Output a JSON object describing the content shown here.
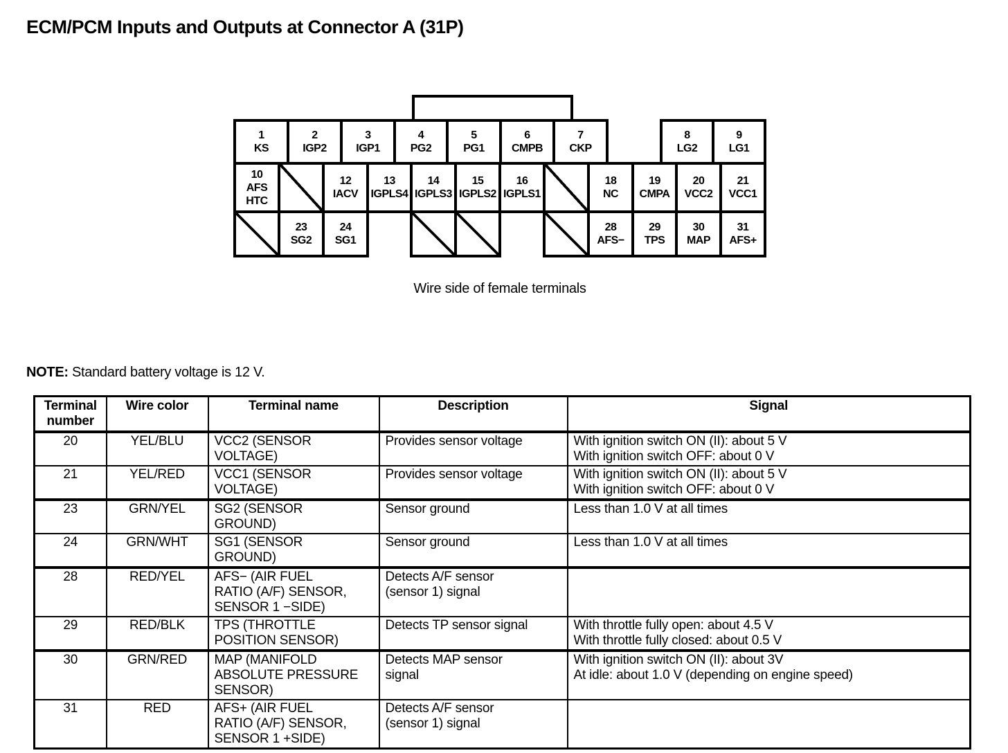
{
  "page": {
    "title": "ECM/PCM Inputs and Outputs at Connector A (31P)",
    "note_label": "NOTE:",
    "note_text": " Standard battery voltage is 12 V."
  },
  "connector": {
    "caption": "Wire side of female terminals",
    "row1_left": [
      {
        "kind": "pin",
        "num": "1",
        "label": "KS"
      },
      {
        "kind": "pin",
        "num": "2",
        "label": "IGP2"
      },
      {
        "kind": "pin",
        "num": "3",
        "label": "IGP1"
      },
      {
        "kind": "pin",
        "num": "4",
        "label": "PG2"
      },
      {
        "kind": "pin",
        "num": "5",
        "label": "PG1"
      },
      {
        "kind": "pin",
        "num": "6",
        "label": "CMPB"
      },
      {
        "kind": "pin",
        "num": "7",
        "label": "CKP"
      }
    ],
    "row1_right": [
      {
        "kind": "pin",
        "num": "8",
        "label": "LG2"
      },
      {
        "kind": "pin",
        "num": "9",
        "label": "LG1"
      }
    ],
    "row2": [
      {
        "kind": "pin",
        "num": "10",
        "label": "AFS\nHTC"
      },
      {
        "kind": "blocked"
      },
      {
        "kind": "pin",
        "num": "12",
        "label": "IACV"
      },
      {
        "kind": "pin",
        "num": "13",
        "label": "IGPLS4"
      },
      {
        "kind": "pin",
        "num": "14",
        "label": "IGPLS3"
      },
      {
        "kind": "pin",
        "num": "15",
        "label": "IGPLS2"
      },
      {
        "kind": "pin",
        "num": "16",
        "label": "IGPLS1"
      },
      {
        "kind": "blocked"
      },
      {
        "kind": "pin",
        "num": "18",
        "label": "NC"
      },
      {
        "kind": "pin",
        "num": "19",
        "label": "CMPA"
      },
      {
        "kind": "pin",
        "num": "20",
        "label": "VCC2"
      },
      {
        "kind": "pin",
        "num": "21",
        "label": "VCC1"
      }
    ],
    "row3": [
      {
        "kind": "blocked"
      },
      {
        "kind": "pin",
        "num": "23",
        "label": "SG2"
      },
      {
        "kind": "pin",
        "num": "24",
        "label": "SG1"
      },
      {
        "kind": "gap"
      },
      {
        "kind": "blocked"
      },
      {
        "kind": "blocked"
      },
      {
        "kind": "gap"
      },
      {
        "kind": "blocked"
      },
      {
        "kind": "pin",
        "num": "28",
        "label": "AFS−"
      },
      {
        "kind": "pin",
        "num": "29",
        "label": "TPS"
      },
      {
        "kind": "pin",
        "num": "30",
        "label": "MAP"
      },
      {
        "kind": "pin",
        "num": "31",
        "label": "AFS+"
      }
    ]
  },
  "table": {
    "headers": [
      "Terminal\nnumber",
      "Wire color",
      "Terminal name",
      "Description",
      "Signal"
    ],
    "rows": [
      {
        "terminal": "20",
        "wire_color": "YEL/BLU",
        "terminal_name": "VCC2 (SENSOR\nVOLTAGE)",
        "description": "Provides sensor voltage",
        "signal": "With ignition switch ON (II): about 5 V\nWith ignition switch OFF: about 0 V",
        "thick_bottom": false
      },
      {
        "terminal": "21",
        "wire_color": "YEL/RED",
        "terminal_name": "VCC1 (SENSOR\nVOLTAGE)",
        "description": "Provides sensor voltage",
        "signal": "With ignition switch ON (II): about 5 V\nWith ignition switch OFF: about 0 V",
        "thick_bottom": true
      },
      {
        "terminal": "23",
        "wire_color": "GRN/YEL",
        "terminal_name": "SG2 (SENSOR\nGROUND)",
        "description": "Sensor ground",
        "signal": "Less than 1.0 V at all times",
        "thick_bottom": false
      },
      {
        "terminal": "24",
        "wire_color": "GRN/WHT",
        "terminal_name": "SG1 (SENSOR\nGROUND)",
        "description": "Sensor ground",
        "signal": "Less than 1.0 V at all times",
        "thick_bottom": true
      },
      {
        "terminal": "28",
        "wire_color": "RED/YEL",
        "terminal_name": "AFS− (AIR FUEL\nRATIO (A/F) SENSOR,\nSENSOR 1 −SIDE)",
        "description": "Detects A/F sensor\n(sensor 1) signal",
        "signal": "",
        "thick_bottom": false
      },
      {
        "terminal": "29",
        "wire_color": "RED/BLK",
        "terminal_name": "TPS (THROTTLE\nPOSITION SENSOR)",
        "description": "Detects TP sensor signal",
        "signal": "With throttle fully open: about 4.5 V\nWith throttle fully closed: about 0.5 V",
        "thick_bottom": true
      },
      {
        "terminal": "30",
        "wire_color": "GRN/RED",
        "terminal_name": "MAP (MANIFOLD\nABSOLUTE PRESSURE\nSENSOR)",
        "description": "Detects MAP sensor\nsignal",
        "signal": "With ignition switch ON (II): about 3V\nAt idle: about 1.0 V (depending on engine speed)",
        "thick_bottom": false
      },
      {
        "terminal": "31",
        "wire_color": "RED",
        "terminal_name": "AFS+ (AIR FUEL\nRATIO (A/F) SENSOR,\nSENSOR 1 +SIDE)",
        "description": "Detects A/F sensor\n(sensor 1) signal",
        "signal": "",
        "thick_bottom": false
      }
    ]
  }
}
